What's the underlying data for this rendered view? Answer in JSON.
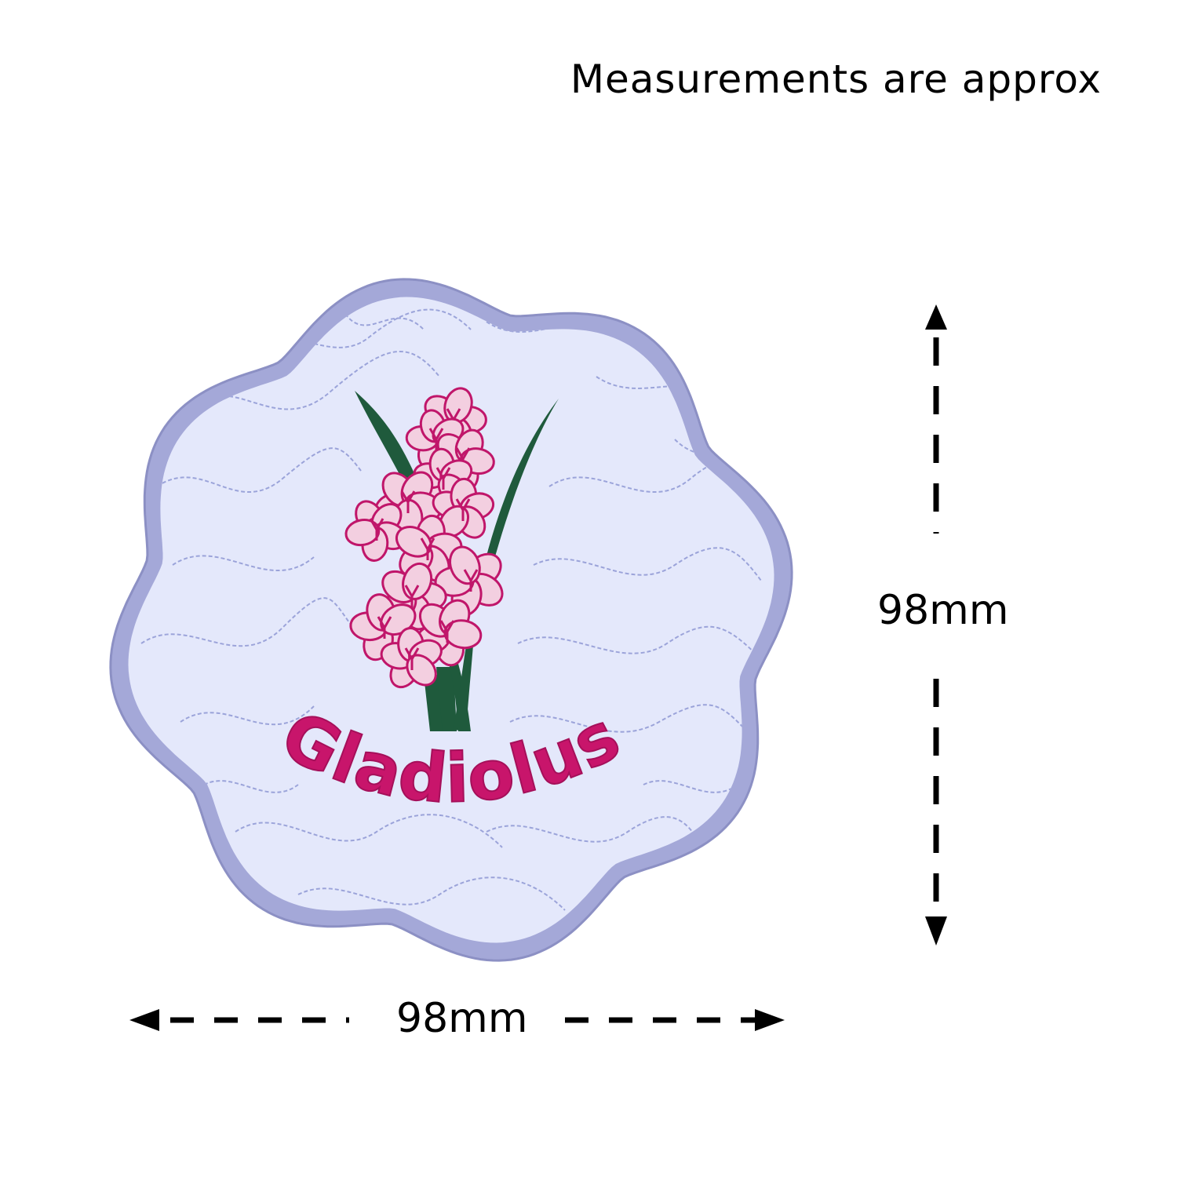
{
  "note": "Measurements are approx",
  "width_label": "98mm",
  "height_label": "98mm",
  "patch": {
    "text": "Gladiolus",
    "colors": {
      "fabric": "#e4e8fb",
      "border": "#a4a8d8",
      "quilting": "#8f98d4",
      "stem": "#1f5a3c",
      "flower_fill": "#f3cfe0",
      "flower_outline": "#c0166a",
      "lettering": "#c8156b"
    }
  },
  "arrow_color": "#000000"
}
